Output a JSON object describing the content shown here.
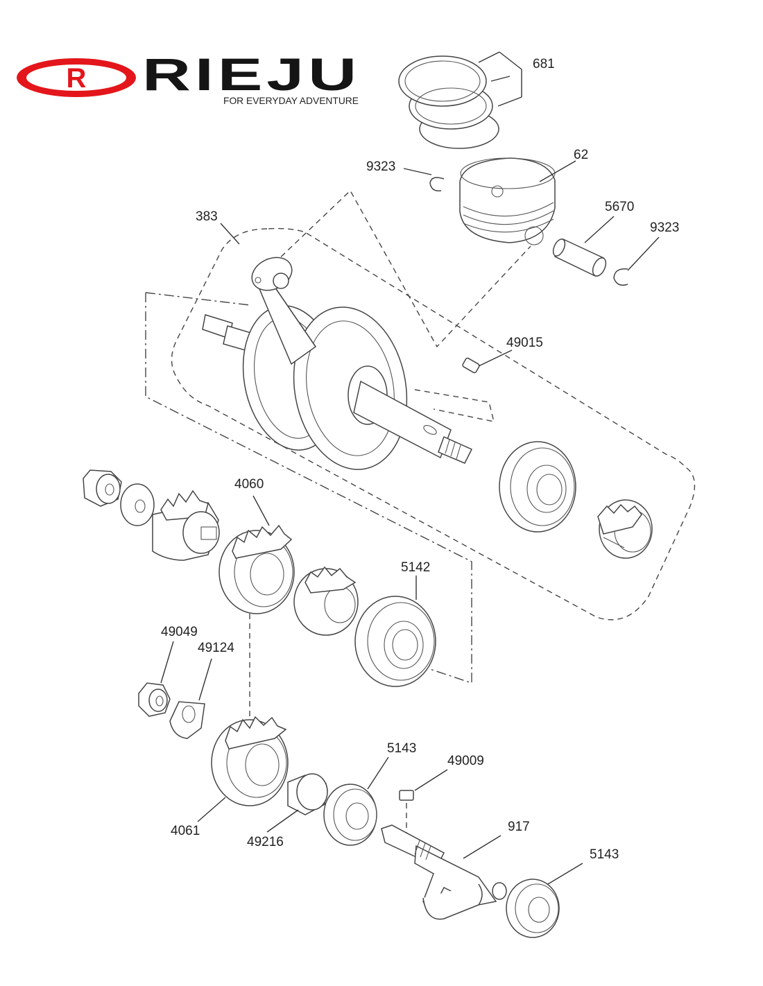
{
  "brand": {
    "name": "RIEJU",
    "slogan": "FOR EVERYDAY ADVENTURE",
    "logo_letter": "R",
    "color": "#e3161b"
  },
  "labels": {
    "p681": "681",
    "p62": "62",
    "p9323a": "9323",
    "p5670": "5670",
    "p9323b": "9323",
    "p383": "383",
    "p49015": "49015",
    "p4060": "4060",
    "p5142": "5142",
    "p49049": "49049",
    "p49124": "49124",
    "p5143a": "5143",
    "p49009": "49009",
    "p917": "917",
    "p5143b": "5143",
    "p4061": "4061",
    "p49216": "49216"
  }
}
